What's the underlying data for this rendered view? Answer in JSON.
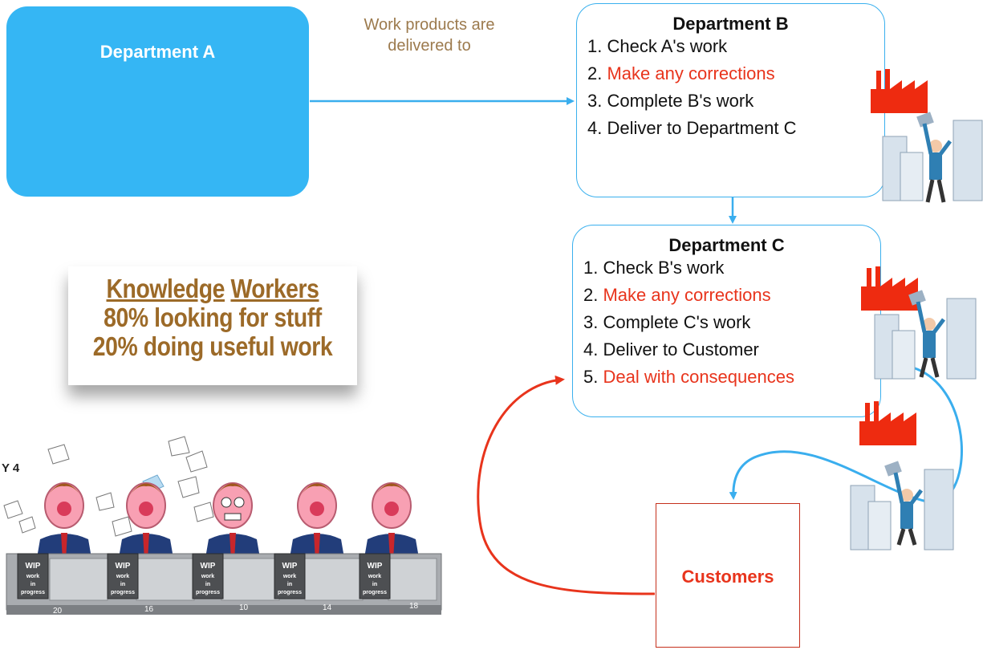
{
  "department_a": {
    "title": "Department A"
  },
  "arrow_label": {
    "line1": "Work products are",
    "line2": "delivered to"
  },
  "department_b": {
    "title": "Department B",
    "steps": [
      {
        "num": "1.",
        "text": "Check A's work",
        "highlight": false
      },
      {
        "num": "2.",
        "text": "Make any corrections",
        "highlight": true
      },
      {
        "num": "3.",
        "text": "Complete B's work",
        "highlight": false
      },
      {
        "num": "4.",
        "text": "Deliver to Department C",
        "highlight": false
      }
    ]
  },
  "department_c": {
    "title": "Department C",
    "steps": [
      {
        "num": "1.",
        "text": "Check B's work",
        "highlight": false
      },
      {
        "num": "2.",
        "text": "Make any corrections",
        "highlight": true
      },
      {
        "num": "3.",
        "text": "Complete C's work",
        "highlight": false
      },
      {
        "num": "4.",
        "text": "Deliver to Customer",
        "highlight": false
      },
      {
        "num": "5.",
        "text": "Deal with consequences",
        "highlight": true
      }
    ]
  },
  "knowledge_card": {
    "word1": "Knowledge",
    "word2": "Workers",
    "line2": "80% looking for stuff",
    "line3": "20% doing useful work"
  },
  "customers": {
    "label": "Customers"
  },
  "cartoon": {
    "caption": "Y 4",
    "desk_label": {
      "title": "WIP",
      "l1": "work",
      "l2": "in",
      "l3": "progress"
    },
    "counts": [
      "20",
      "16",
      "10",
      "14",
      "18"
    ]
  },
  "colors": {
    "blue": "#35b6f4",
    "red": "#e8341c",
    "brown": "#9c6a28",
    "label_brown": "#9c7a4d"
  },
  "icons": [
    "factory-icon",
    "worker-drowning-in-paper-icon"
  ]
}
